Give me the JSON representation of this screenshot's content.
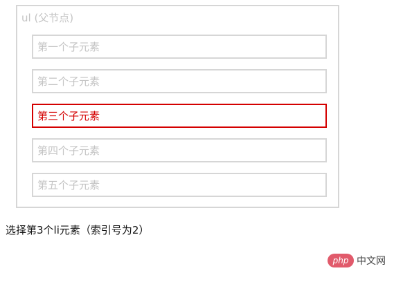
{
  "parent": {
    "label": "ul (父节点)"
  },
  "items": [
    {
      "label": "第一个子元素",
      "selected": false
    },
    {
      "label": "第二个子元素",
      "selected": false
    },
    {
      "label": "第三个子元素",
      "selected": true
    },
    {
      "label": "第四个子元素",
      "selected": false
    },
    {
      "label": "第五个子元素",
      "selected": false
    }
  ],
  "caption": "选择第3个li元素（索引号为2）",
  "watermark": {
    "logo_text": "php",
    "site_text": "中文网"
  },
  "colors": {
    "selected": "#d40000",
    "muted": "#c4c4c4",
    "border": "#d6d6d6"
  }
}
